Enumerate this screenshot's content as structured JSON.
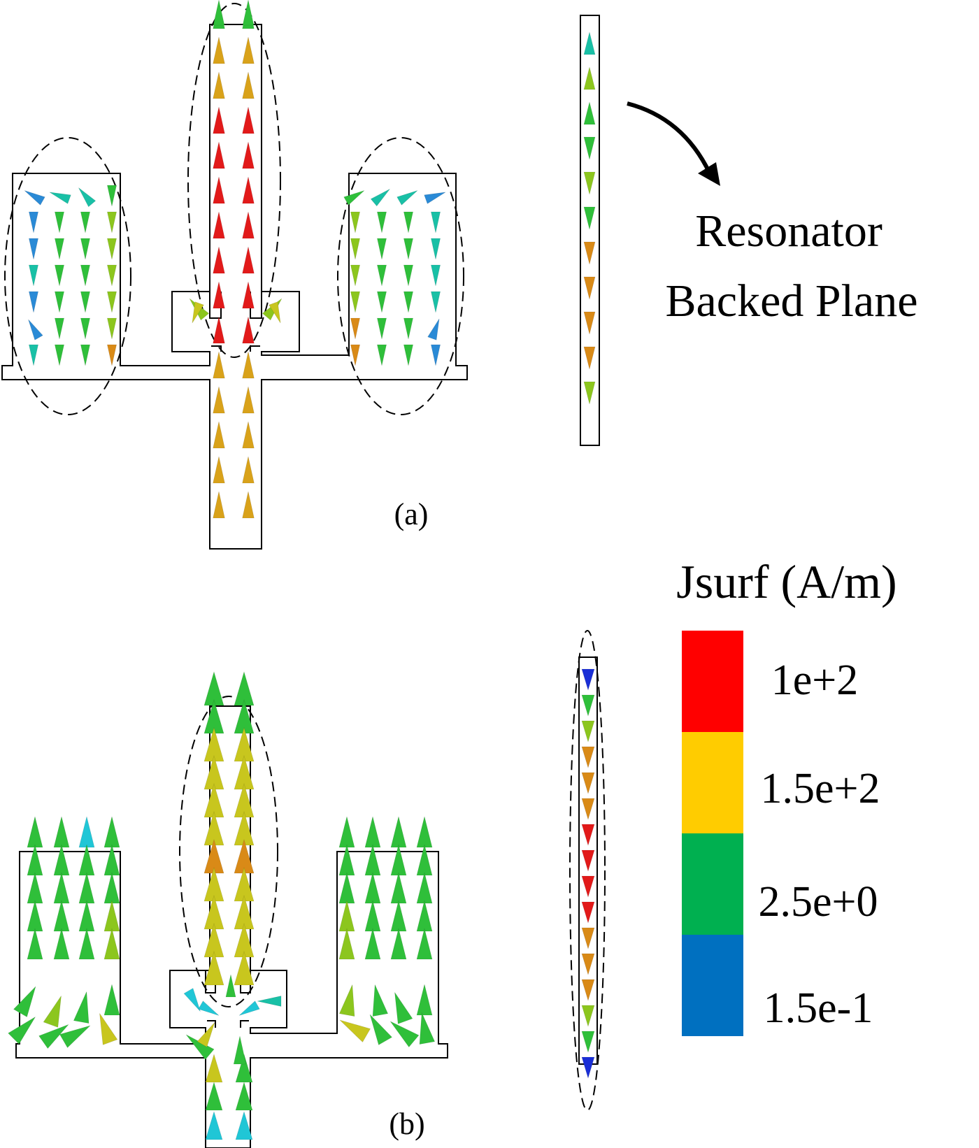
{
  "annotation": {
    "line1": "Resonator",
    "line2": "Backed Plane"
  },
  "panel_labels": {
    "a": "(a)",
    "b": "(b)"
  },
  "legend": {
    "title": "Jsurf (A/m)",
    "entries": [
      {
        "label": "1e+2",
        "color": "#ff0000"
      },
      {
        "label": "1.5e+2",
        "color": "#ffcc00"
      },
      {
        "label": "2.5e+0",
        "color": "#00b050"
      },
      {
        "label": "1.5e-1",
        "color": "#0070c0"
      }
    ]
  },
  "arrow_colors": {
    "red": "#e21a1a",
    "orange": "#d98a17",
    "amber": "#d9a21a",
    "yellow": "#c8c61e",
    "lime": "#8cc61e",
    "green": "#2fbf3a",
    "teal": "#19c0a6",
    "cyan": "#20c6d6",
    "blue": "#2a8ad6",
    "navy": "#1a2fd6"
  }
}
